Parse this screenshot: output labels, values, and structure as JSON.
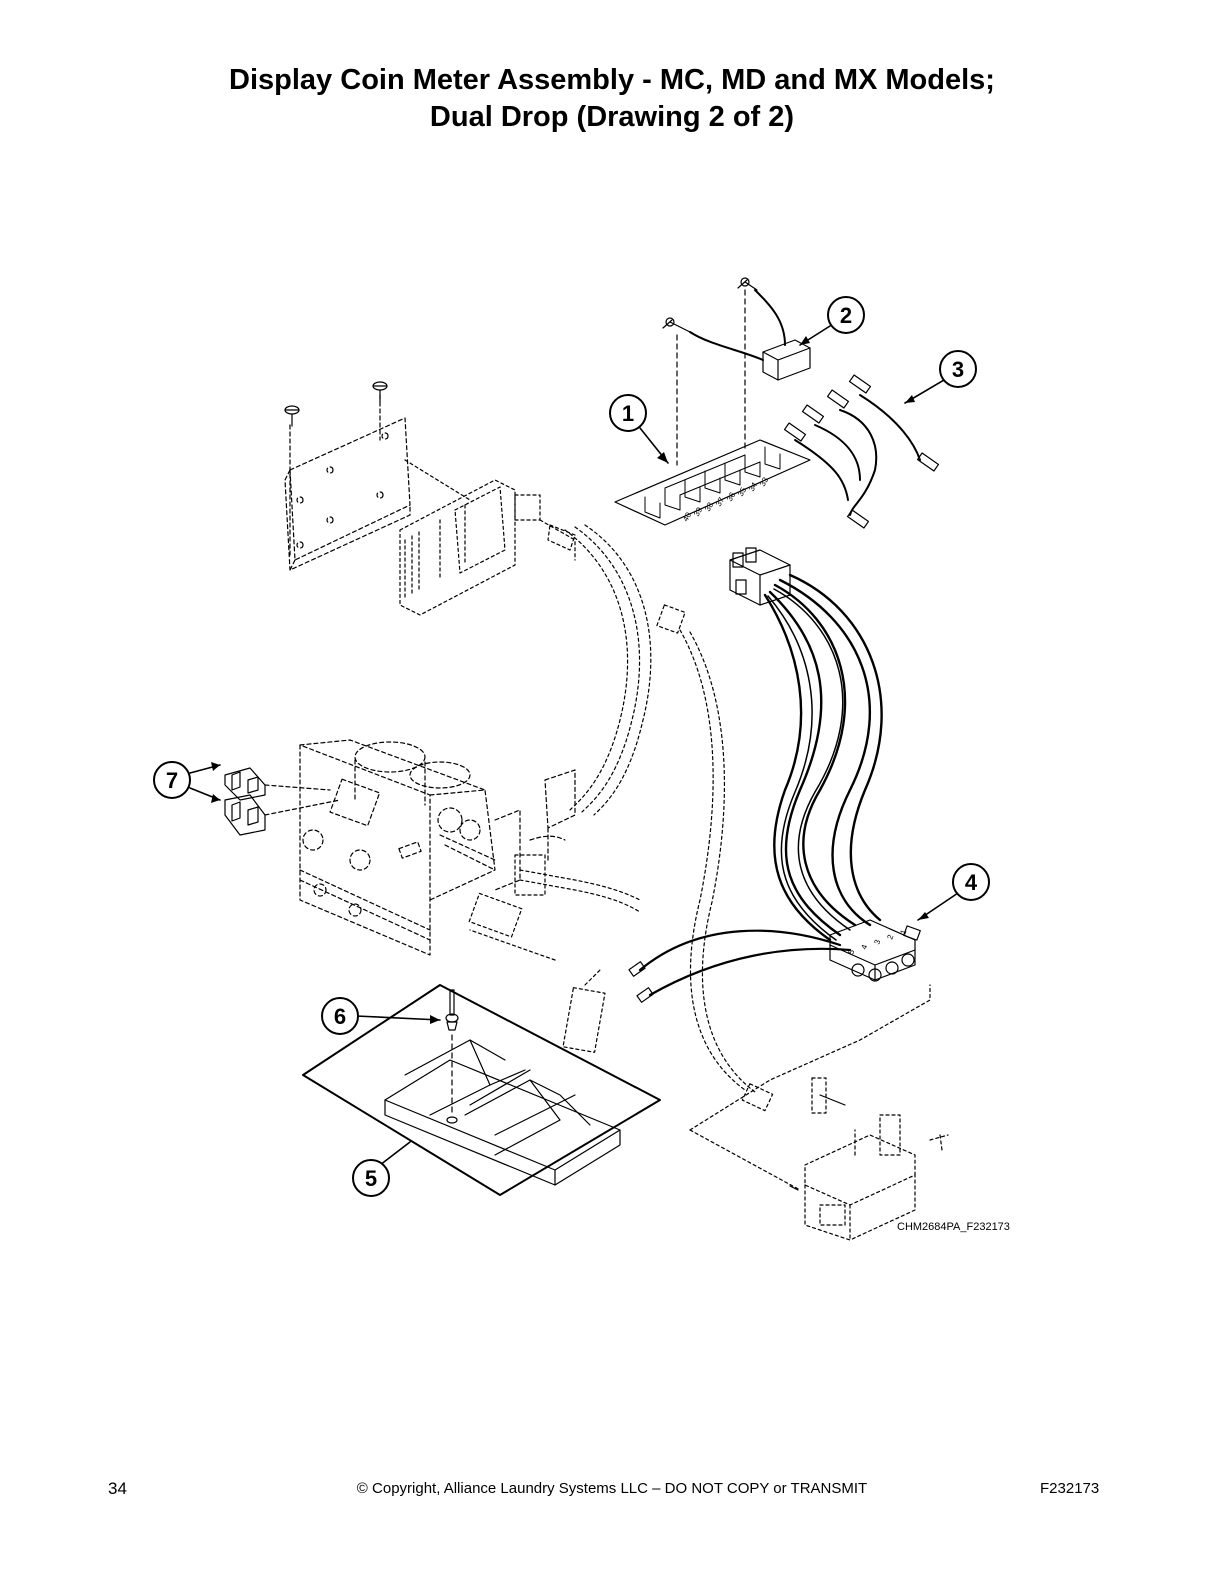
{
  "page": {
    "title_line1": "Display Coin Meter Assembly - MC, MD and MX Models;",
    "title_line2": "Dual Drop (Drawing 2 of 2)"
  },
  "diagram": {
    "callouts": [
      "1",
      "2",
      "3",
      "4",
      "5",
      "6",
      "7"
    ],
    "terminal_numbers": [
      "40",
      "39",
      "38",
      "37",
      "36",
      "35",
      "34",
      "33"
    ],
    "connector_pins": [
      "5",
      "4",
      "3",
      "2",
      "1"
    ],
    "drawing_code": "CHM2684PA_F232173"
  },
  "footer": {
    "page_number": "34",
    "copyright": "© Copyright, Alliance Laundry Systems LLC – DO NOT COPY or TRANSMIT",
    "doc_id": "F232173"
  }
}
